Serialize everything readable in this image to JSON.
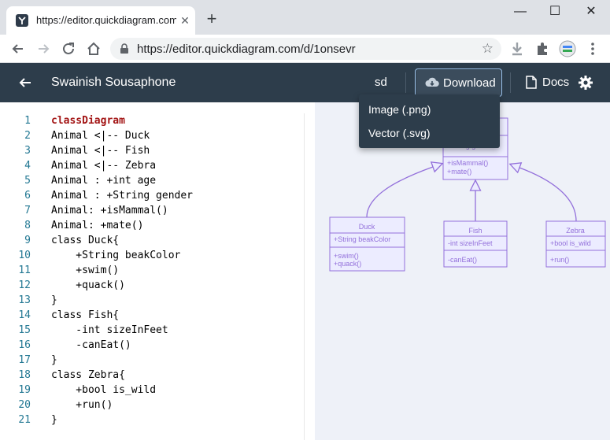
{
  "browser": {
    "tab_title": "https://editor.quickdiagram.com/d/1onsevr",
    "url": "https://editor.quickdiagram.com/d/1onsevr",
    "new_tab_glyph": "+",
    "close_glyph": "✕",
    "minimize_glyph": "—",
    "maximize_glyph": "☐",
    "window_close_glyph": "✕"
  },
  "header": {
    "title": "Swainish Sousaphone",
    "diagram_type": "sd",
    "download_label": "Download",
    "docs_label": "Docs"
  },
  "download_menu": {
    "items": [
      "Image (.png)",
      "Vector (.svg)"
    ]
  },
  "editor": {
    "lines": [
      {
        "n": "1",
        "text": "classDiagram"
      },
      {
        "n": "2",
        "text": "Animal <|-- Duck"
      },
      {
        "n": "3",
        "text": "Animal <|-- Fish"
      },
      {
        "n": "4",
        "text": "Animal <|-- Zebra"
      },
      {
        "n": "5",
        "text": "Animal : +int age"
      },
      {
        "n": "6",
        "text": "Animal : +String gender"
      },
      {
        "n": "7",
        "text": "Animal: +isMammal()"
      },
      {
        "n": "8",
        "text": "Animal: +mate()"
      },
      {
        "n": "9",
        "text": "class Duck{"
      },
      {
        "n": "10",
        "text": "    +String beakColor"
      },
      {
        "n": "11",
        "text": "    +swim()"
      },
      {
        "n": "12",
        "text": "    +quack()"
      },
      {
        "n": "13",
        "text": "}"
      },
      {
        "n": "14",
        "text": "class Fish{"
      },
      {
        "n": "15",
        "text": "    -int sizeInFeet"
      },
      {
        "n": "16",
        "text": "    -canEat()"
      },
      {
        "n": "17",
        "text": "}"
      },
      {
        "n": "18",
        "text": "class Zebra{"
      },
      {
        "n": "19",
        "text": "    +bool is_wild"
      },
      {
        "n": "20",
        "text": "    +run()"
      },
      {
        "n": "21",
        "text": "}"
      }
    ]
  },
  "diagram": {
    "animal": {
      "attributes": [
        "+String gender"
      ],
      "methods": [
        "+isMammal()",
        "+mate()"
      ]
    },
    "duck": {
      "name": "Duck",
      "attributes": [
        "+String beakColor"
      ],
      "methods": [
        "+swim()",
        "+quack()"
      ]
    },
    "fish": {
      "name": "Fish",
      "attributes": [
        "-int sizeInFeet"
      ],
      "methods": [
        "-canEat()"
      ]
    },
    "zebra": {
      "name": "Zebra",
      "attributes": [
        "+bool is_wild"
      ],
      "methods": [
        "+run()"
      ]
    }
  },
  "colors": {
    "header_bg": "#2d3d4b",
    "diagram_bg": "#eef1f8",
    "node_fill": "#ececff",
    "node_stroke": "#9370db",
    "node_text": "#9370db",
    "line_number": "#237893",
    "keyword": "#a31515"
  }
}
